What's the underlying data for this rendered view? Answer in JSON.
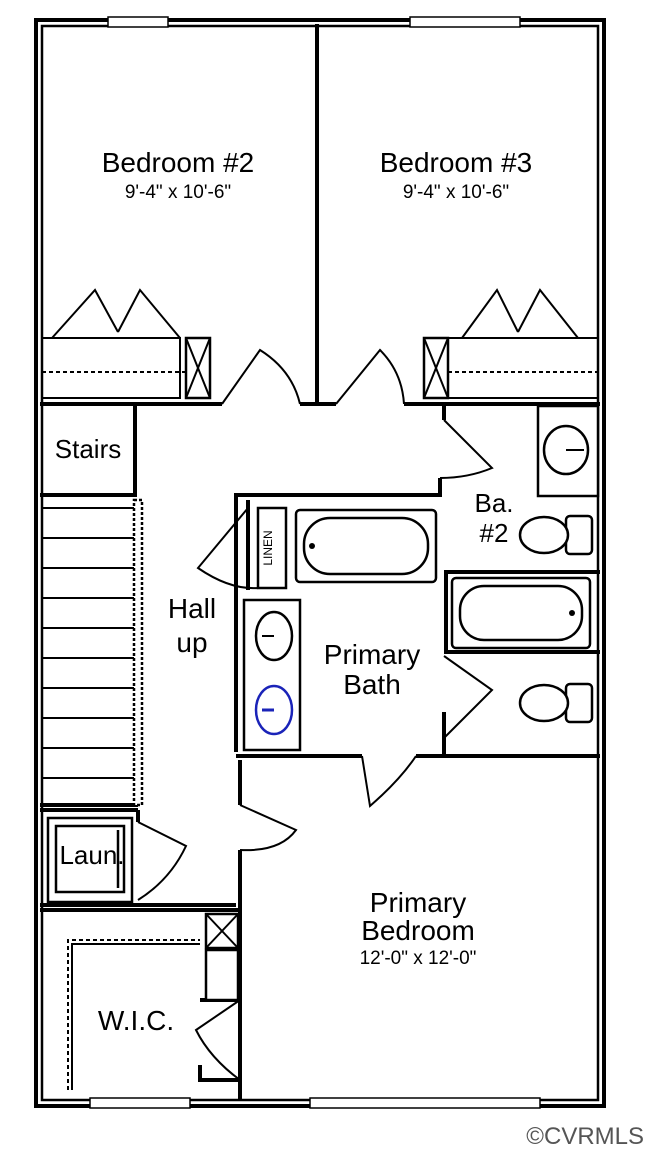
{
  "rooms": {
    "bedroom2": {
      "name": "Bedroom #2",
      "dims": "9'-4\" x 10'-6\""
    },
    "bedroom3": {
      "name": "Bedroom #3",
      "dims": "9'-4\" x 10'-6\""
    },
    "stairs": {
      "name": "Stairs"
    },
    "bath2": {
      "line1": "Ba.",
      "line2": "#2"
    },
    "linen": {
      "name": "LINEN"
    },
    "hall": {
      "line1": "Hall",
      "line2": "up"
    },
    "primary_bath": {
      "line1": "Primary",
      "line2": "Bath"
    },
    "laundry": {
      "name": "Laun."
    },
    "primary_bedroom": {
      "line1": "Primary",
      "line2": "Bedroom",
      "dims": "12'-0\" x 12'-0\""
    },
    "wic": {
      "name": "W.I.C."
    }
  },
  "copyright": "©CVRMLS",
  "colors": {
    "walls": "#000000",
    "sink_highlight": "#1a23b8",
    "background": "#ffffff"
  }
}
